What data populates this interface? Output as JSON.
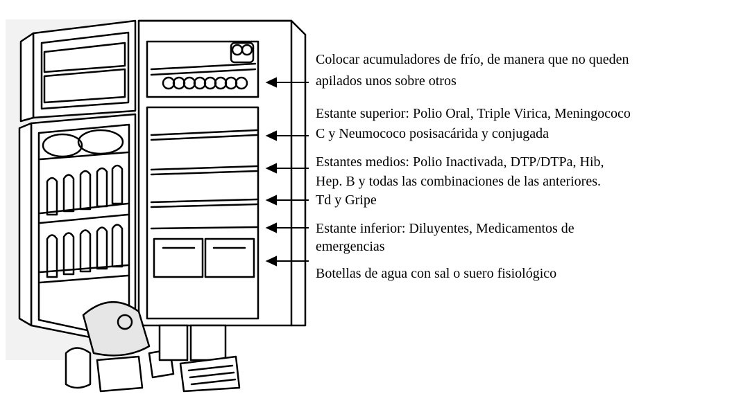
{
  "labels": {
    "cold_packs": [
      "Colocar acumuladores de frío, de manera que no queden",
      "apilados unos sobre otros"
    ],
    "top_shelf": [
      "Estante superior: Polio Oral, Triple Virica, Meningococo",
      "C y Neumococo posisacárida y conjugada"
    ],
    "middle_shelves": [
      "Estantes medios: Polio Inactivada, DTP/DTPa, Hib,",
      "Hep. B y todas las combinaciones de las anteriores.",
      "Td y Gripe"
    ],
    "bottom_shelf": [
      "Estante inferior: Diluyentes, Medicamentos de",
      "emergencias"
    ],
    "water_bottles": [
      "Botellas de agua con sal o suero fisiológico"
    ]
  }
}
